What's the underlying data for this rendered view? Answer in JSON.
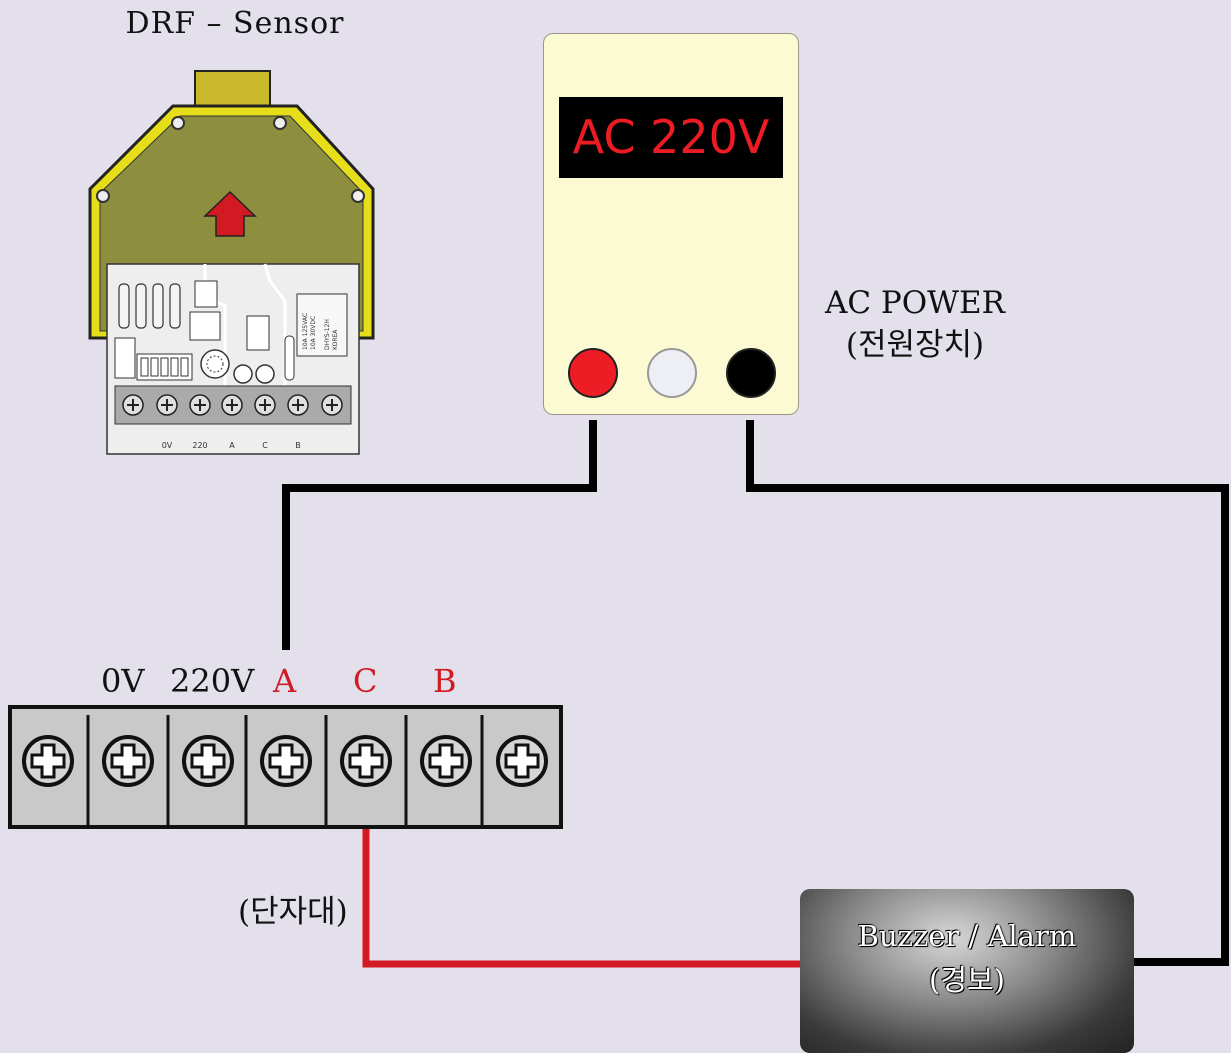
{
  "sensor": {
    "title": "DRF – Sensor",
    "pcb_labels": [
      "0V",
      "220",
      "A",
      "C",
      "B"
    ],
    "relay_text": [
      "10A 125VAC",
      "10A 30VDC",
      "DHYS-12H",
      "KOREA"
    ]
  },
  "power": {
    "display": "AC 220V",
    "label_line1": "AC POWER",
    "label_line2": "(전원장치)",
    "jack_colors": [
      "#ee1c24",
      "#eeeef5",
      "#000000"
    ]
  },
  "terminal": {
    "labels": [
      "0V",
      "220V",
      "A",
      "C",
      "B"
    ],
    "highlight_color": "#d11a22",
    "block_label": "(단자대)"
  },
  "alarm": {
    "line1": "Buzzer / Alarm",
    "line2": "(경보)"
  },
  "colors": {
    "wire": "#000000",
    "signal_wire": "#d11a22",
    "background": "#e3e0ec"
  }
}
